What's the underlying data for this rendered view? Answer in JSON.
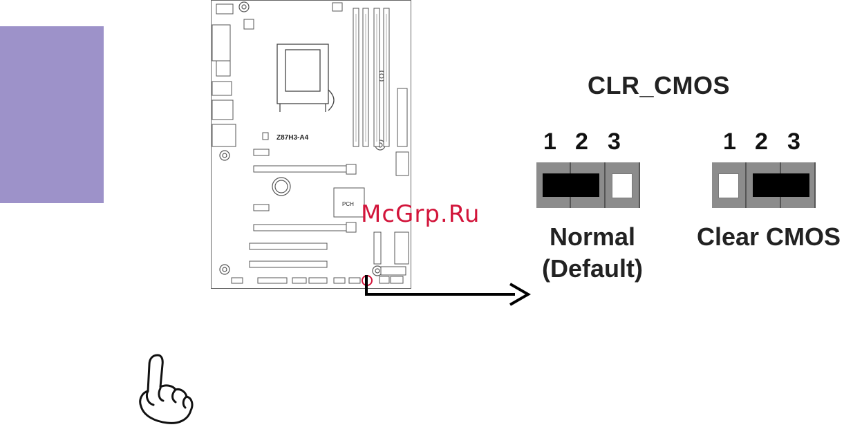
{
  "board": {
    "model": "Z87H3-A4",
    "chip_label": "PCH"
  },
  "clr_cmos": {
    "title": "CLR_CMOS",
    "pins": [
      "1",
      "2",
      "3"
    ],
    "normal_caption_line1": "Normal",
    "normal_caption_line2": "(Default)",
    "clear_caption": "Clear CMOS"
  },
  "watermark": "McGrp.Ru",
  "colors": {
    "side_tab": "#9d92c9",
    "jumper_body": "#8c8c8c",
    "jumper_cap": "#000000",
    "highlight_circle": "#d2143a"
  },
  "icons": {
    "note": "pointing-hand-icon",
    "arrow": "arrow-right-icon"
  }
}
